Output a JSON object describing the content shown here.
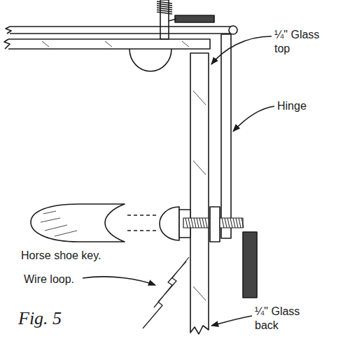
{
  "diagram": {
    "caption": "Fig. 5",
    "labels": [
      "¼\" Glass top",
      "Hinge",
      "Horse shoe key.",
      "Wire loop.",
      "¼\" Glass back"
    ]
  }
}
